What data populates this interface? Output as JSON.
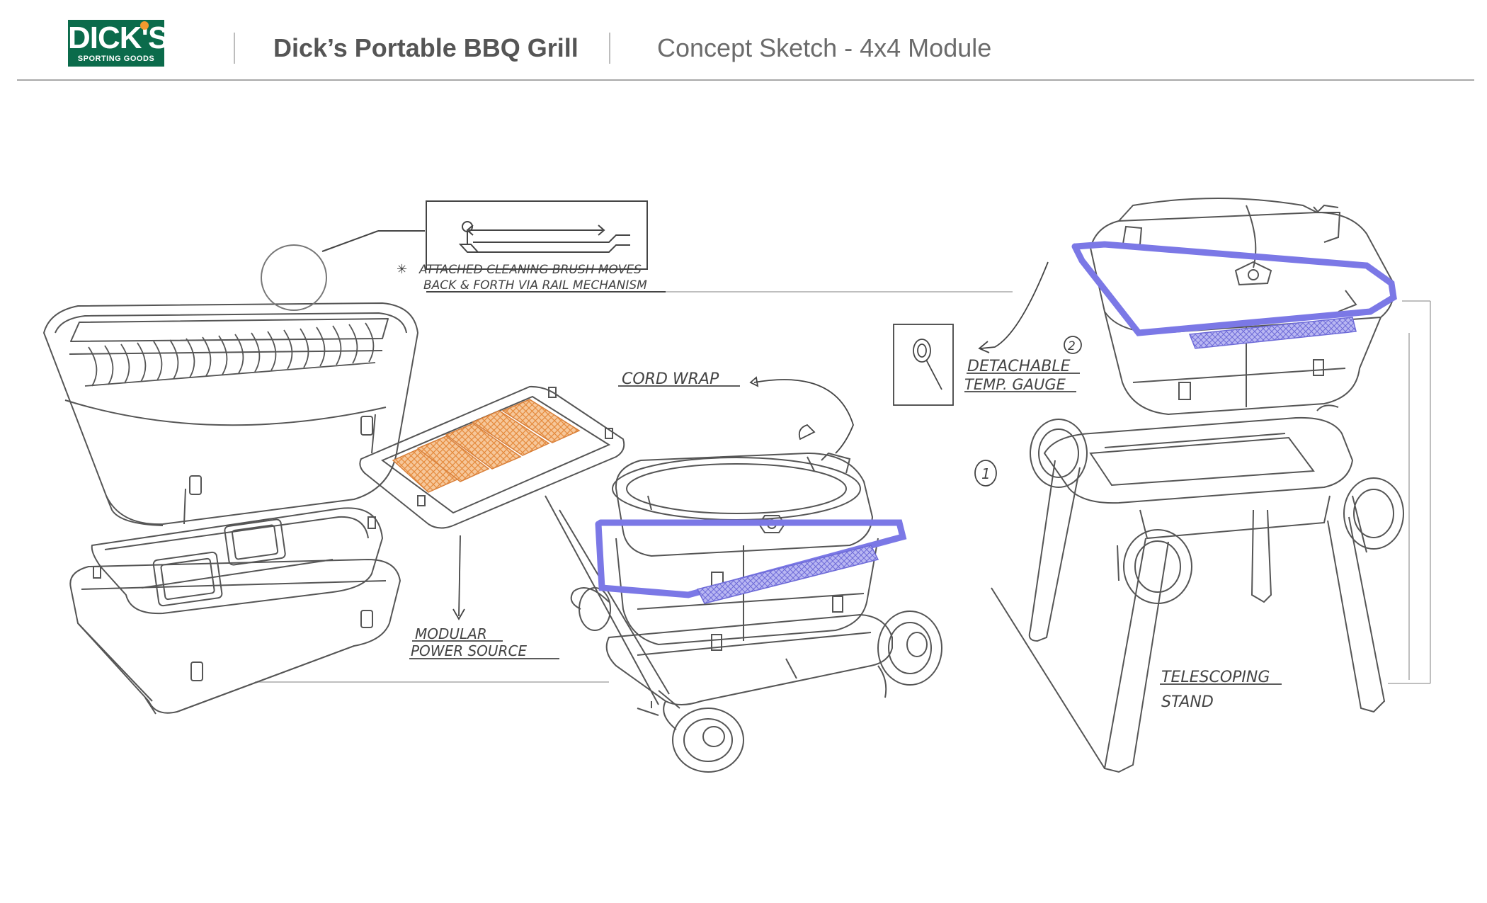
{
  "header": {
    "logo": {
      "line1": "DICK'S",
      "line2": "SPORTING GOODS"
    },
    "title": "Dick’s Portable BBQ Grill",
    "subtitle": "Concept Sketch - 4x4 Module"
  },
  "callouts": {
    "brush_line1": "ATTACHED   CLEANING BRUSH MOVES",
    "brush_line2": "BACK & FORTH VIA RAIL MECHANISM",
    "cord": "CORD WRAP",
    "power_line1": "MODULAR",
    "power_line2": "POWER SOURCE",
    "gauge_line1": "DETACHABLE",
    "gauge_line2": "TEMP. GAUGE",
    "stand_line1": "TELESCOPING",
    "stand_line2": "STAND",
    "step1": "1",
    "step2": "2"
  },
  "colors": {
    "brand_green": "#0b6b4b",
    "accent_ball": "#f29a2e",
    "handle_blue": "#7b78e6",
    "burner_orange": "#f0a25a"
  }
}
